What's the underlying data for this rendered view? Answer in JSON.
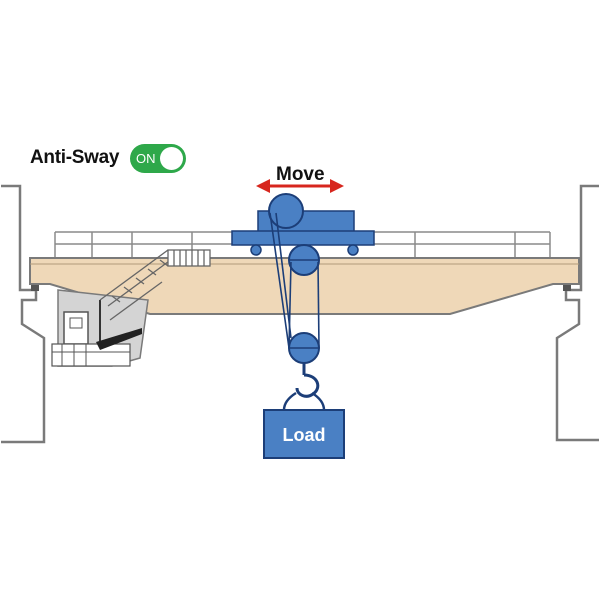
{
  "anti_sway": {
    "label": "Anti-Sway",
    "state_text": "ON",
    "enabled": true,
    "on_color": "#2ea84a"
  },
  "trolley": {
    "direction_label": "Move",
    "arrow_color": "#d7261e"
  },
  "load": {
    "label": "Load",
    "color": "#4a80c4"
  },
  "colors": {
    "girder": "#efd8b8",
    "girder_outline": "#7a7a7a",
    "trolley": "#4a80c4",
    "trolley_outline": "#1c3e78",
    "cab": "#d4d4d4",
    "wall_outline": "#7a7a7a"
  }
}
